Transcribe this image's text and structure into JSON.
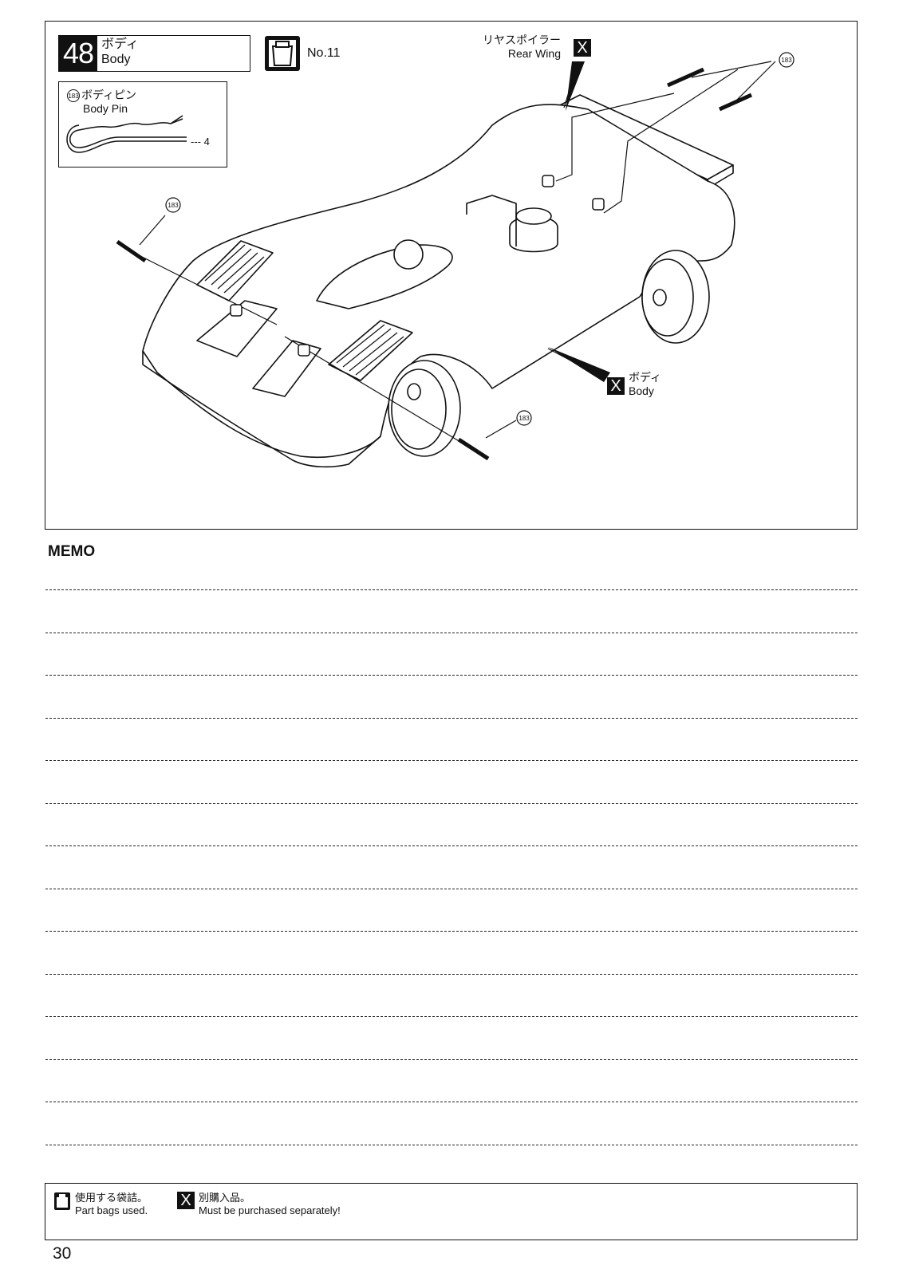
{
  "step": {
    "number": "48",
    "title_jp": "ボディ",
    "title_en": "Body"
  },
  "bag": {
    "icon": "part-bag-icon",
    "label": "No.11"
  },
  "parts": {
    "pin": {
      "ref": "183",
      "name_jp": "ボディピン",
      "name_en": "Body Pin",
      "qty": "--- 4"
    }
  },
  "callouts": {
    "rear_wing_jp": "リヤスポイラー",
    "rear_wing_en": "Rear Wing",
    "body_jp": "ボディ",
    "body_en": "Body",
    "x_mark": "X",
    "pin_ref": "183"
  },
  "memo": {
    "title": "MEMO",
    "line_count": 14
  },
  "legend": {
    "bag_jp": "使用する袋詰。",
    "bag_en": "Part bags used.",
    "x_mark": "X",
    "separate_jp": "別購入品。",
    "separate_en": "Must be purchased separately!"
  },
  "page_number": "30"
}
